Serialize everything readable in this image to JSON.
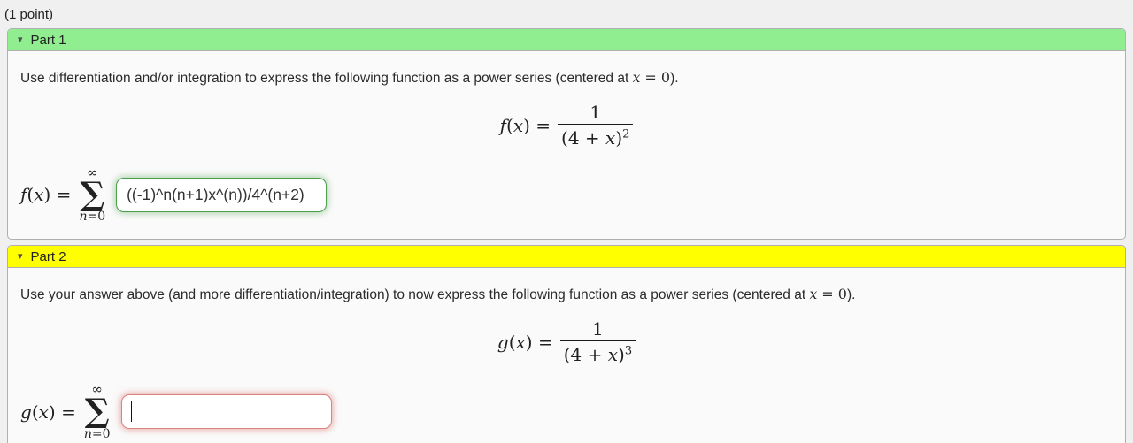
{
  "page": {
    "points_label": "(1 point)"
  },
  "colors": {
    "part1_header_bg": "#90ee90",
    "part2_header_bg": "#ffff00",
    "correct_border": "#4e9e50",
    "incorrect_border": "#da837f",
    "panel_bg": "#fafafa",
    "page_bg": "#f0f0f0"
  },
  "part1": {
    "header": {
      "icon": "▾",
      "label": "Part 1"
    },
    "prompt": {
      "before": "Use differentiation and/or integration to express the following function as a power series (centered at ",
      "var": "x",
      "rel": " = 0",
      "after": ")."
    },
    "display": {
      "func": "f",
      "open": "(",
      "var": "x",
      "close": ")",
      "eq": "=",
      "num": "1",
      "den_pre": "(4 + ",
      "den_var": "x",
      "den_post": ")",
      "exp": "2"
    },
    "series": {
      "func": "f",
      "open": "(",
      "var": "x",
      "close": ")",
      "eq": "=",
      "sum_upper": "∞",
      "sum_symbol": "∑",
      "sum_lower_var": "n",
      "sum_lower_rest": "=0"
    },
    "answer": {
      "value": "((-1)^n(n+1)x^(n))/4^(n+2)",
      "status": "correct"
    }
  },
  "part2": {
    "header": {
      "icon": "▾",
      "label": "Part 2"
    },
    "prompt": {
      "before": "Use your answer above (and more differentiation/integration) to now express the following function as a power series (centered at ",
      "var": "x",
      "rel": " = 0",
      "after": ")."
    },
    "display": {
      "func": "g",
      "open": "(",
      "var": "x",
      "close": ")",
      "eq": "=",
      "num": "1",
      "den_pre": "(4 + ",
      "den_var": "x",
      "den_post": ")",
      "exp": "3"
    },
    "series": {
      "func": "g",
      "open": "(",
      "var": "x",
      "close": ")",
      "eq": "=",
      "sum_upper": "∞",
      "sum_symbol": "∑",
      "sum_lower_var": "n",
      "sum_lower_rest": "=0"
    },
    "answer": {
      "value": "",
      "status": "incorrect-empty-focused"
    }
  }
}
